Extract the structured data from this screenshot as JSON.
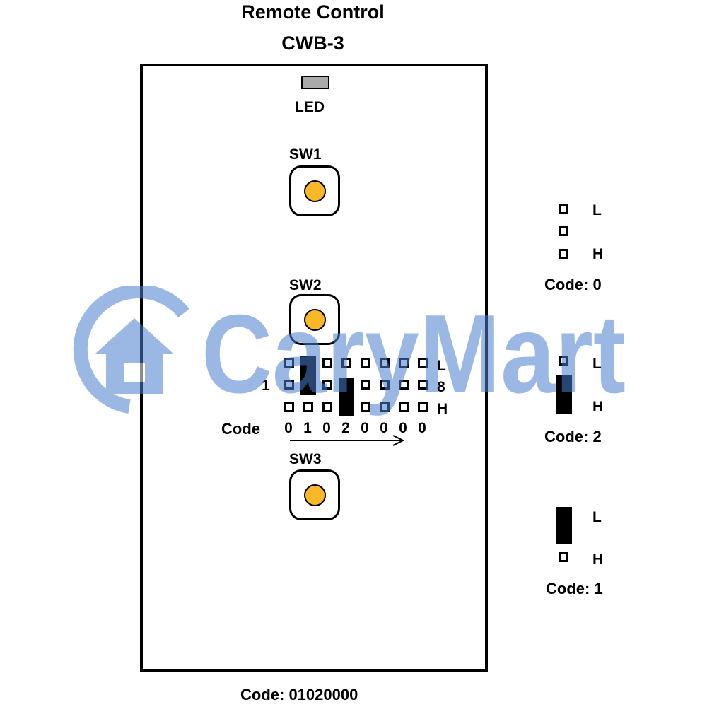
{
  "title": {
    "line1": "Remote Control",
    "line2": "CWB-3"
  },
  "board": {
    "led_label": "LED",
    "switches": [
      "SW1",
      "SW2",
      "SW3"
    ],
    "dip": {
      "left_label": "1",
      "right_labels": [
        "L",
        "8",
        "H"
      ],
      "code_label": "Code",
      "digits": [
        "0",
        "1",
        "0",
        "2",
        "0",
        "0",
        "0",
        "0"
      ]
    }
  },
  "bottom_code": "Code: 01020000",
  "legend": [
    {
      "labels": [
        "L",
        "H"
      ],
      "code": "Code: 0"
    },
    {
      "labels": [
        "L",
        "H"
      ],
      "code": "Code: 2"
    },
    {
      "labels": [
        "L",
        "H"
      ],
      "code": "Code: 1"
    }
  ],
  "watermark": {
    "text": "CaryMart"
  },
  "colors": {
    "button_dot": "#f8b828",
    "led": "#aaaaaa",
    "watermark": "#4a7fd0"
  }
}
